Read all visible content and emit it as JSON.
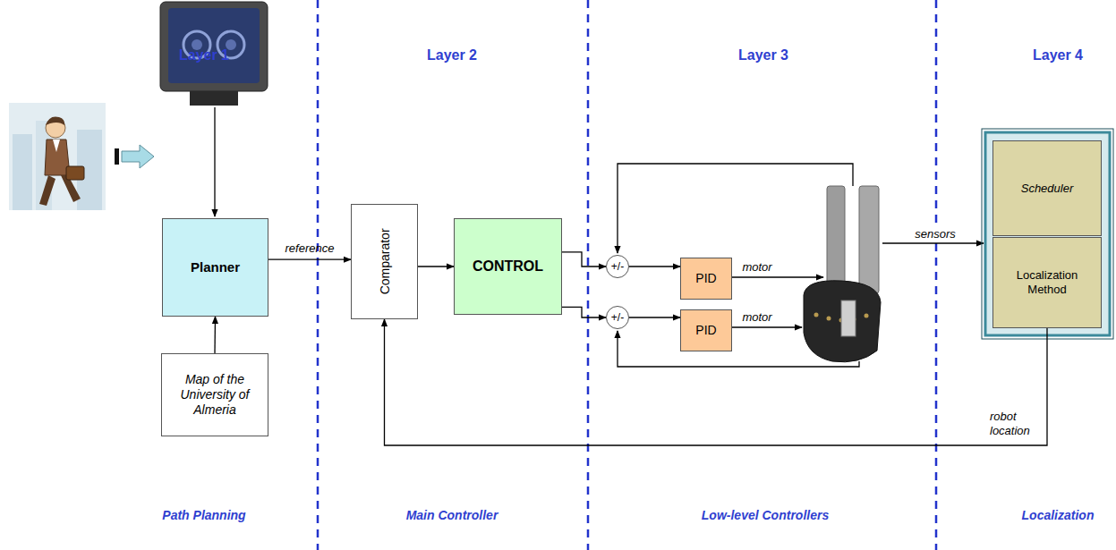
{
  "diagram": {
    "nodes": [
      {
        "text": [
          "Planner"
        ]
      },
      {
        "text": [
          "Map of the University of Almeria"
        ]
      },
      {
        "text": [
          "Comparator"
        ]
      },
      {
        "text": [
          "CONTROL"
        ]
      },
      {
        "text": [
          "+/-"
        ]
      },
      {
        "text": [
          "+/-"
        ]
      },
      {
        "text": [
          "PID"
        ]
      },
      {
        "text": [
          "PID"
        ]
      },
      {
        "text": [
          "Scheduler"
        ]
      },
      {
        "text": [
          "Localization Method"
        ]
      }
    ],
    "edges": [
      {
        "from": 1,
        "to": 0,
        "arrow": "to"
      },
      {
        "from": 0,
        "to": 2,
        "label": "reference",
        "arrow": "to"
      },
      {
        "from": 2,
        "to": 3,
        "arrow": "to"
      },
      {
        "from": 3,
        "to": 4,
        "arrow": "to"
      },
      {
        "from": 3,
        "to": 5,
        "arrow": "to"
      },
      {
        "from": 4,
        "to": 6,
        "arrow": "to"
      },
      {
        "from": 5,
        "to": 7,
        "arrow": "to"
      },
      {
        "from": 9,
        "to": 2,
        "label": "robot location",
        "arrow": "to"
      }
    ],
    "labels": [
      "Layer 1",
      "Layer 2",
      "Layer 3",
      "Layer 4",
      "Path Planning",
      "Main Controller",
      "Low-level Controllers",
      "Localization",
      "motor",
      "motor",
      "sensors"
    ]
  }
}
